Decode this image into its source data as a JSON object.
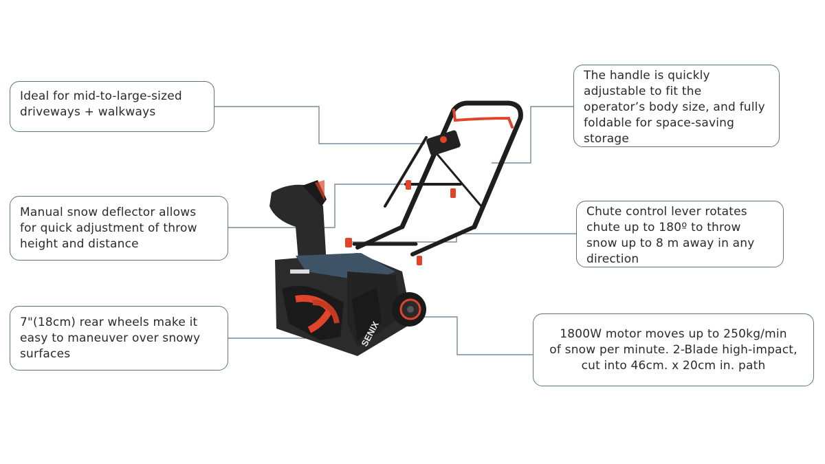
{
  "callouts": {
    "driveways": "Ideal for mid-to-large-sized\ndriveways + walkways",
    "handle": "The handle is quickly\nadjustable to fit the\noperator’s body size, and fully\nfoldable for space-saving\nstorage",
    "deflector": "Manual  snow deflector allows\nfor quick adjustment of throw\nheight and distance",
    "chute": "Chute control lever rotates\nchute up to 180º to throw\nsnow up to 8 m away in any\ndirection",
    "wheels": "7\"(18cm) rear wheels make it\neasy to maneuver over snowy\nsurfaces",
    "motor": "1800W motor moves up to 250kg/min\nof snow per minute. 2-Blade high-impact,\ncut into 46cm. x 20cm  in. path"
  },
  "product": {
    "brand": "SENIX"
  },
  "colors": {
    "callout_border": "#5b7587",
    "leader_line": "#5b7587",
    "accent": "#e0452b",
    "body_blue": "#3e5366",
    "frame_black": "#1e1e1e"
  }
}
